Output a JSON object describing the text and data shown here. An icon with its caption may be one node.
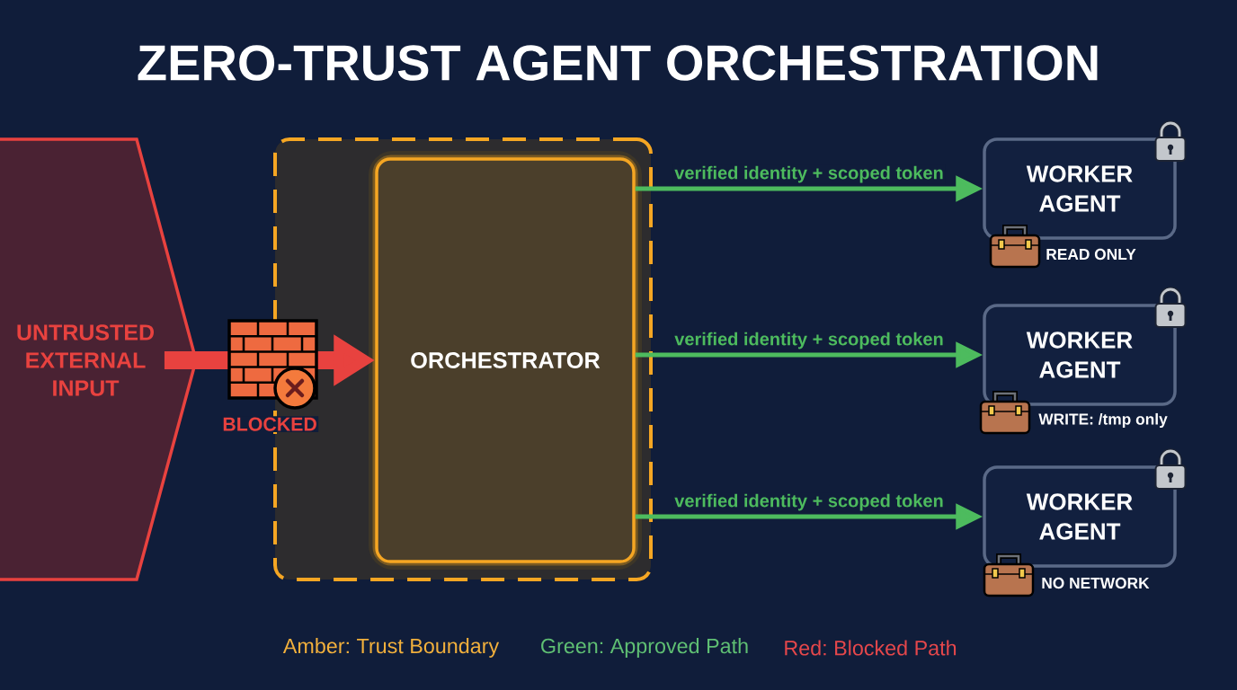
{
  "diagram": {
    "title": "ZERO-TRUST AGENT ORCHESTRATION",
    "nodes": [
      {
        "text": [
          "UNTRUSTED EXTERNAL INPUT"
        ]
      },
      {
        "text": [],
        "shape": "box"
      },
      {
        "text": [
          "ORCHESTRATOR"
        ],
        "in": 1
      },
      {
        "text": [
          "WORKER AGENT"
        ],
        "beside": [
          "READ ONLY"
        ]
      },
      {
        "text": [
          "WORKER AGENT"
        ],
        "beside": [
          "WRITE: /tmp only"
        ]
      },
      {
        "text": [
          "WORKER AGENT"
        ],
        "beside": [
          "NO NETWORK"
        ]
      }
    ],
    "edges": [
      {
        "from": 0,
        "to": 2,
        "arrow": "to",
        "label": "BLOCKED",
        "style": "thick",
        "color": "#e8423f"
      },
      {
        "from": 2,
        "to": 3,
        "arrow": "to",
        "label": "verified identity + scoped token"
      },
      {
        "from": 2,
        "to": 4,
        "arrow": "to",
        "label": "verified identity + scoped token"
      },
      {
        "from": 2,
        "to": 5,
        "arrow": "to",
        "label": "verified identity + scoped token"
      }
    ],
    "legend": [
      {
        "text": "Amber: Trust Boundary",
        "color": "#f2b03c"
      },
      {
        "text": "Green: Approved Path",
        "color": "#5fbf73"
      },
      {
        "text": "Red: Blocked Path",
        "color": "#e5474b"
      }
    ]
  }
}
